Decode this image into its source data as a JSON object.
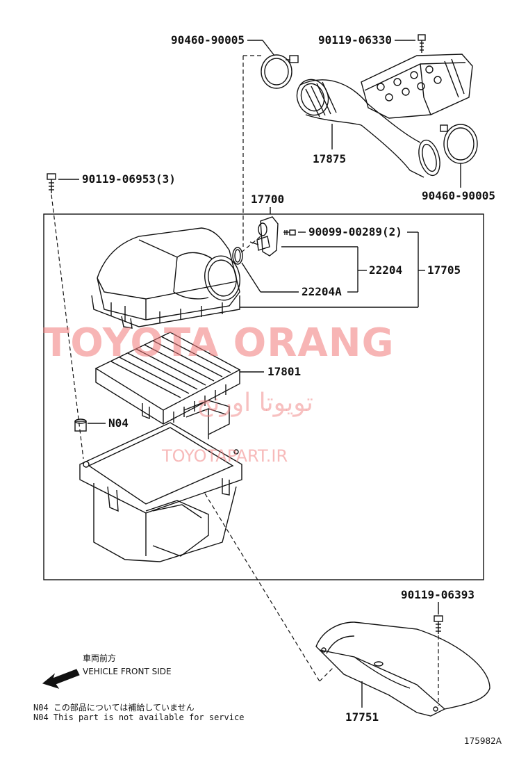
{
  "parts": {
    "clamp_top": "90460-90005",
    "bolt_top": "90119-06330",
    "hose": "17875",
    "clamp_right": "90460-90005",
    "bolt_left": "90119-06953(3)",
    "assembly": "17700",
    "screw": "90099-00289(2)",
    "sensor": "22204",
    "oring": "22204A",
    "meter_assy": "17705",
    "filter": "17801",
    "cushion": "N04",
    "bolt_bottom": "90119-06393",
    "duct": "17751"
  },
  "direction": {
    "japanese": "車両前方",
    "english": "VEHICLE FRONT SIDE"
  },
  "notes": {
    "line1": "N04 この部品については補給していません",
    "line2": "N04 This part is not available for service"
  },
  "diagram_id": "175982A",
  "watermark": {
    "brand": "TOYOTA ORANG",
    "arabic": "تویوتا اورنج",
    "site": "TOYOTAPART.IR"
  },
  "colors": {
    "line": "#111111",
    "watermark": "#f07878",
    "fill": "#ffffff"
  }
}
